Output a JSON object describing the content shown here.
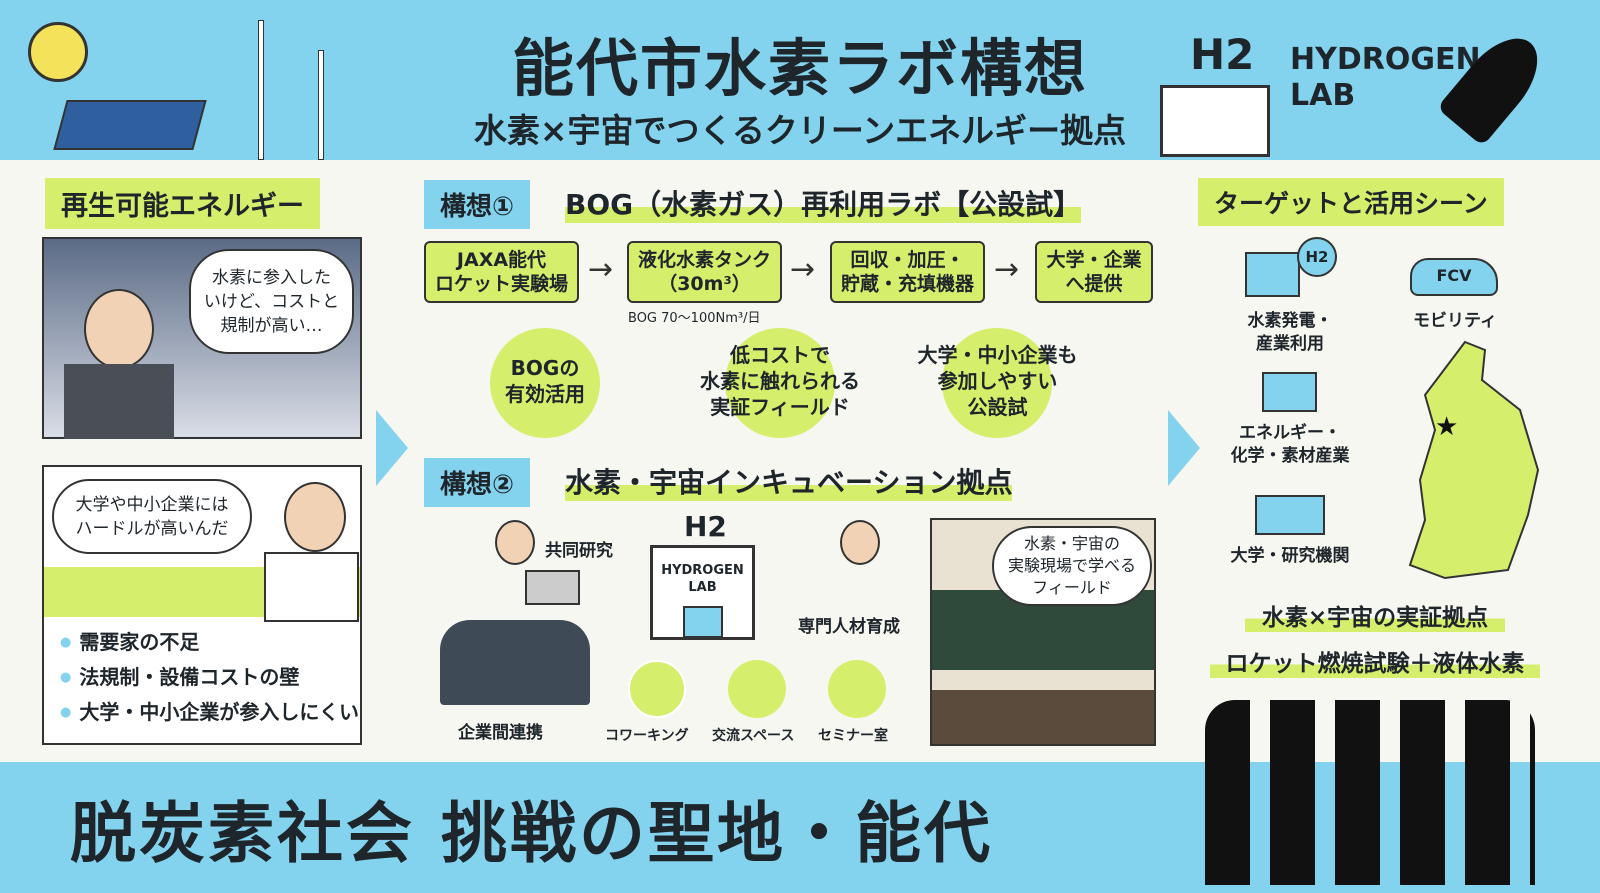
{
  "header": {
    "title": "能代市水素ラボ構想",
    "subtitle": "水素×宇宙でつくるクリーンエネルギー拠点",
    "logo_h2": "H2",
    "logo_text": "HYDROGEN\nLAB"
  },
  "left": {
    "label": "再生可能エネルギー",
    "bubble1": "水素に参入した\nいけど、コストと\n規制が高い…",
    "bubble2": "大学や中小企業には\nハードルが高いんだ",
    "bullets": [
      "需要家の不足",
      "法規制・設備コストの壁",
      "大学・中小企業が参入しにくい"
    ]
  },
  "plan1": {
    "label": "構想①",
    "title": "BOG（水素ガス）再利用ラボ【公設試】",
    "flow": [
      "JAXA能代\nロケット実験場",
      "液化水素タンク\n（30m³）",
      "回収・加圧・\n貯蔵・充填機器",
      "大学・企業\nへ提供"
    ],
    "flow_note": "BOG 70〜100Nm³/日",
    "benefits": [
      "BOGの\n有効活用",
      "低コストで\n水素に触れられる\n実証フィールド",
      "大学・中小企業も\n参加しやすい\n公設試"
    ]
  },
  "plan2": {
    "label": "構想②",
    "title": "水素・宇宙インキュベーション拠点",
    "center_h2": "H2",
    "center_lab": "HYDROGEN\nLAB",
    "items": [
      "共同研究",
      "専門人材育成",
      "企業間連携",
      "コワーキング",
      "交流スペース",
      "セミナー室"
    ],
    "classroom_bubble": "水素・宇宙の\n実験現場で学べる\nフィールド"
  },
  "right": {
    "label": "ターゲットと活用シーン",
    "targets": [
      "水素発電・\n産業利用",
      "モビリティ",
      "エネルギー・\n化学・素材産業",
      "大学・研究機関"
    ],
    "fcv": "FCV",
    "h2": "H2",
    "highlights": [
      "水素×宇宙の実証拠点",
      "ロケット燃焼試験＋液体水素"
    ]
  },
  "footer": {
    "slogan": "脱炭素社会 挑戦の聖地・能代"
  },
  "colors": {
    "sky": "#83d3ee",
    "lime": "#d5ee6b",
    "ink": "#1e262b"
  }
}
